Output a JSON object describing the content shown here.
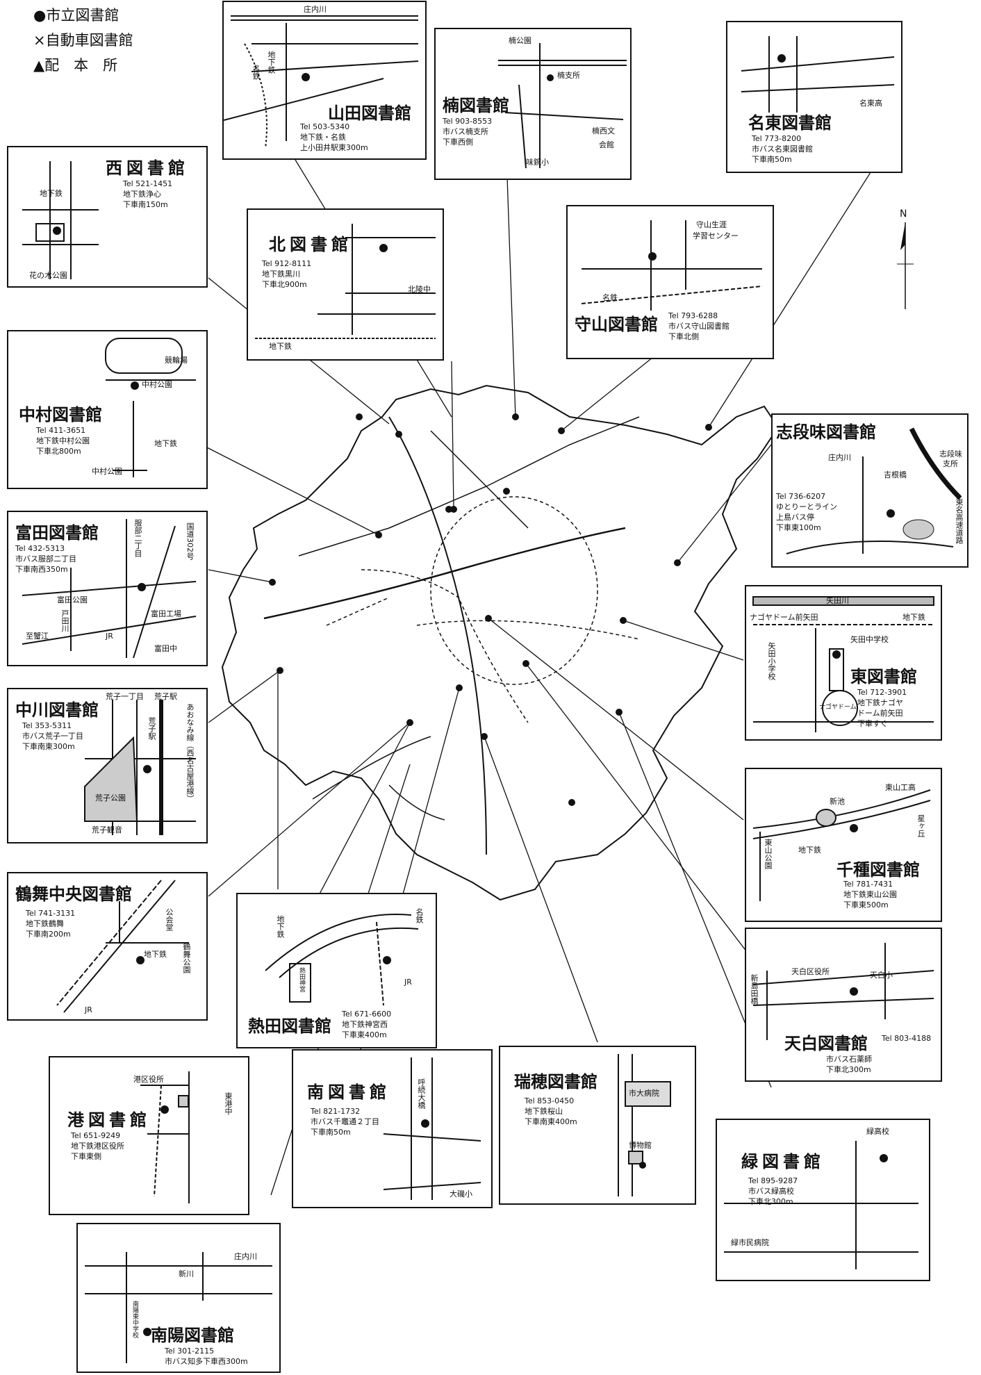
{
  "legend": {
    "city_library": "●市立図書館",
    "mobile_library": "×自動車図書館",
    "distribution_point": "▲配　本　所"
  },
  "compass": {
    "north": "N"
  },
  "libraries": {
    "yamada": {
      "name": "山田図書館",
      "info": [
        "Tel 503-5340",
        "地下鉄・名鉄",
        "上小田井駅東300m"
      ],
      "labels": [
        "庄内川",
        "名鉄",
        "地下鉄"
      ]
    },
    "kusunoki": {
      "name": "楠図書館",
      "info": [
        "Tel 903-8553",
        "市バス楠支所",
        "下車西側"
      ],
      "labels": [
        "楠公園",
        "楠支所",
        "楠西文",
        "会館",
        "味鋺小"
      ]
    },
    "meito": {
      "name": "名東図書館",
      "info": [
        "Tel 773-8200",
        "市バス名東図書館",
        "下車南50m"
      ],
      "labels": [
        "名東高"
      ]
    },
    "nishi": {
      "name": "西図書館",
      "info": [
        "Tel 521-1451",
        "地下鉄浄心",
        "下車南150m"
      ],
      "labels": [
        "地下鉄",
        "花の木公園"
      ]
    },
    "kita": {
      "name": "北図書館",
      "info": [
        "Tel 912-8111",
        "地下鉄黒川",
        "下車北900m"
      ],
      "labels": [
        "北陵中",
        "地下鉄"
      ]
    },
    "moriyama": {
      "name": "守山図書館",
      "info": [
        "Tel 793-6288",
        "市バス守山図書館",
        "下車北側"
      ],
      "labels": [
        "守山生涯",
        "学習センター",
        "名鉄"
      ]
    },
    "nakamura": {
      "name": "中村図書館",
      "info": [
        "Tel 411-3651",
        "地下鉄中村公園",
        "下車北800m"
      ],
      "labels": [
        "競輪場",
        "中村公園",
        "地下鉄",
        "中村公園"
      ]
    },
    "shidami": {
      "name": "志段味図書館",
      "info": [
        "Tel 736-6207",
        "ゆとりーとライン",
        "上島バス停",
        "下車東100m"
      ],
      "labels": [
        "庄内川",
        "吉根橋",
        "志段味",
        "支所",
        "東名高速道路"
      ]
    },
    "tomita": {
      "name": "富田図書館",
      "info": [
        "Tel 432-5313",
        "市バス服部二丁目",
        "下車南西350m"
      ],
      "labels": [
        "服部二丁目",
        "国道302号",
        "富田公園",
        "戸田川",
        "富田工場",
        "至蟹江",
        "JR",
        "富田中"
      ]
    },
    "higashi": {
      "name": "東図書館",
      "info": [
        "Tel 712-3901",
        "地下鉄ナゴヤ",
        "ドーム前矢田",
        "下車すぐ"
      ],
      "labels": [
        "矢田川",
        "ナゴヤドーム前矢田",
        "地下鉄",
        "矢田中学校",
        "矢田小学校",
        "ナゴヤドーム"
      ]
    },
    "nakagawa": {
      "name": "中川図書館",
      "info": [
        "Tel 353-5311",
        "市バス荒子一丁目",
        "下車南東300m"
      ],
      "labels": [
        "荒子一丁目",
        "荒子駅",
        "荒子駅",
        "あおなみ線（西名古屋港線）",
        "荒子公園",
        "荒子観音"
      ]
    },
    "chikusa": {
      "name": "千種図書館",
      "info": [
        "Tel 781-7431",
        "地下鉄東山公園",
        "下車東500m"
      ],
      "labels": [
        "新池",
        "東山工高",
        "星ヶ丘",
        "東山公園",
        "地下鉄"
      ]
    },
    "tsurumai": {
      "name": "鶴舞中央図書館",
      "info": [
        "Tel 741-3131",
        "地下鉄鶴舞",
        "下車南200m"
      ],
      "labels": [
        "公会堂",
        "鶴舞公園",
        "地下鉄",
        "JR"
      ]
    },
    "atsuta": {
      "name": "熱田図書館",
      "info": [
        "Tel 671-6600",
        "地下鉄神宮西",
        "下車東400m"
      ],
      "labels": [
        "地下鉄",
        "名鉄",
        "熱田神宮",
        "JR"
      ]
    },
    "tempaku": {
      "name": "天白図書館",
      "tel": "Tel 803-4188",
      "info": [
        "市バス石薬師",
        "下車北300m"
      ],
      "labels": [
        "天白区役所",
        "天白小",
        "新島田橋"
      ]
    },
    "minato": {
      "name": "港図書館",
      "info": [
        "Tel 651-9249",
        "地下鉄港区役所",
        "下車東側"
      ],
      "labels": [
        "港区役所",
        "東港中"
      ]
    },
    "minami": {
      "name": "南図書館",
      "info": [
        "Tel 821-1732",
        "市バス千竈通２丁目",
        "下車南50m"
      ],
      "labels": [
        "呼続大橋",
        "大磯小"
      ]
    },
    "mizuho": {
      "name": "瑞穂図書館",
      "info": [
        "Tel 853-0450",
        "地下鉄桜山",
        "下車南東400m"
      ],
      "labels": [
        "市大病院",
        "博物館"
      ]
    },
    "midori": {
      "name": "緑図書館",
      "info": [
        "Tel 895-9287",
        "市バス緑高校",
        "下車北300m"
      ],
      "labels": [
        "緑高校",
        "緑市民病院"
      ]
    },
    "nanyo": {
      "name": "南陽図書館",
      "info": [
        "Tel 301-2115",
        "市バス知多下車西300m"
      ],
      "labels": [
        "新川",
        "庄内川",
        "南陽東中学校"
      ]
    }
  }
}
